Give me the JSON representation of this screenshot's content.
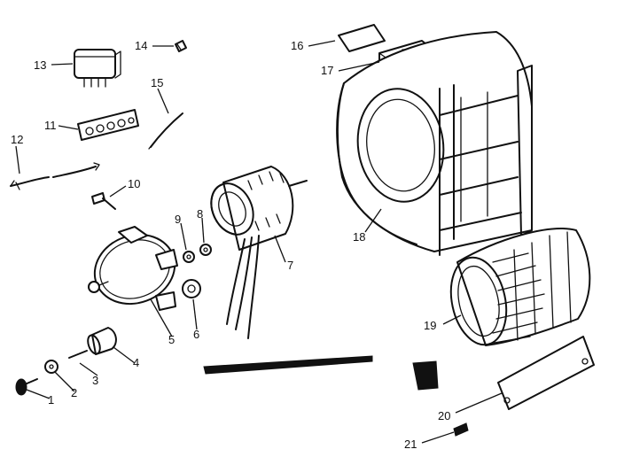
{
  "figure": {
    "type": "exploded parts diagram",
    "subject": "blower assembly",
    "ink_color": "#111111",
    "background": "#ffffff"
  },
  "callouts": [
    {
      "id": "c1",
      "label": "1"
    },
    {
      "id": "c2",
      "label": "2"
    },
    {
      "id": "c3",
      "label": "3"
    },
    {
      "id": "c4",
      "label": "4"
    },
    {
      "id": "c5",
      "label": "5"
    },
    {
      "id": "c6",
      "label": "6"
    },
    {
      "id": "c7",
      "label": "7"
    },
    {
      "id": "c8",
      "label": "8"
    },
    {
      "id": "c9",
      "label": "9"
    },
    {
      "id": "c10",
      "label": "10"
    },
    {
      "id": "c11",
      "label": "11"
    },
    {
      "id": "c12",
      "label": "12"
    },
    {
      "id": "c13",
      "label": "13"
    },
    {
      "id": "c14",
      "label": "14"
    },
    {
      "id": "c15",
      "label": "15"
    },
    {
      "id": "c16",
      "label": "16"
    },
    {
      "id": "c17",
      "label": "17"
    },
    {
      "id": "c18",
      "label": "18"
    },
    {
      "id": "c19",
      "label": "19"
    },
    {
      "id": "c20",
      "label": "20"
    },
    {
      "id": "c21",
      "label": "21"
    }
  ]
}
